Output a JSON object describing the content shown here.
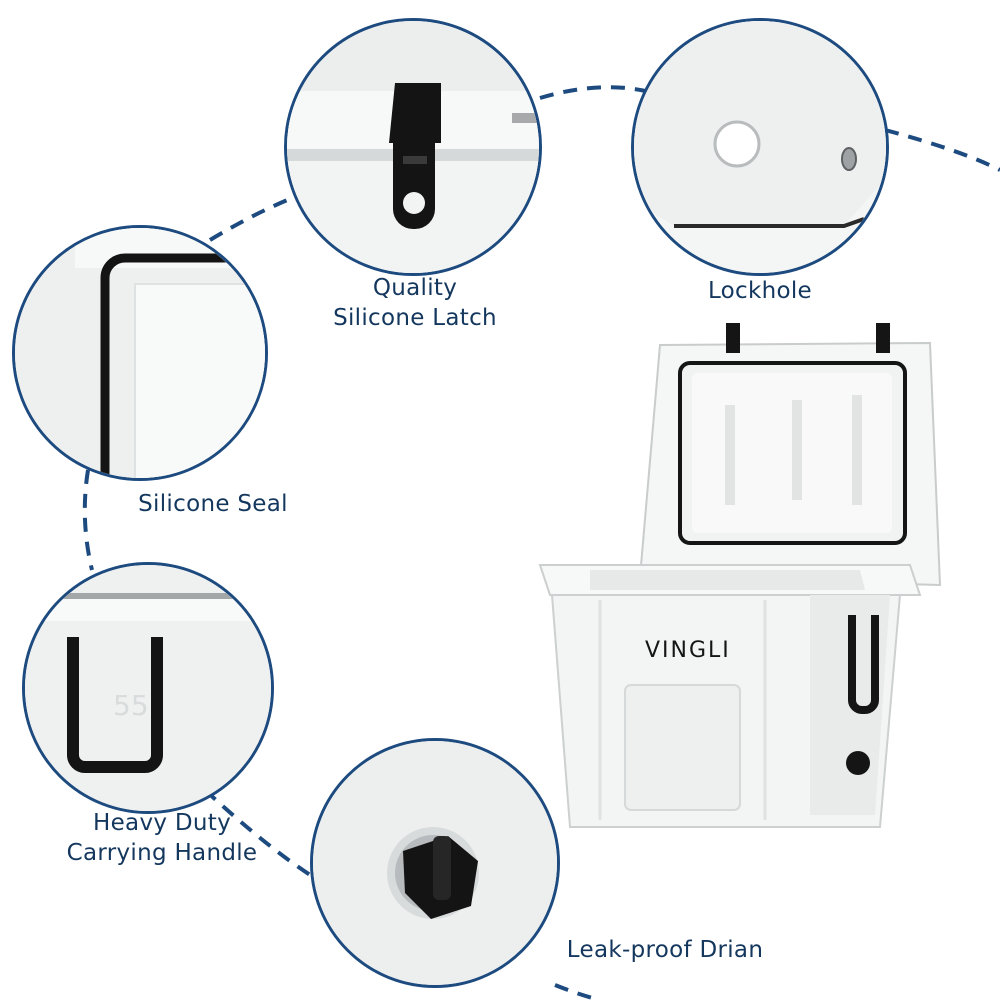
{
  "labels": {
    "latch": "Quality\nSilicone Latch",
    "lockhole": "Lockhole",
    "seal": "Silicone Seal",
    "handle": "Heavy Duty\nCarrying Handle",
    "drain": "Leak-proof Drian"
  },
  "brand": "VINGLI",
  "handle_embossed": "55",
  "colors": {
    "circle_border": "#1d4b80",
    "dash_line": "#1d4b80",
    "label_text": "#14375e",
    "cooler_white": "#f4f5f5",
    "rubber_black": "#151515"
  }
}
